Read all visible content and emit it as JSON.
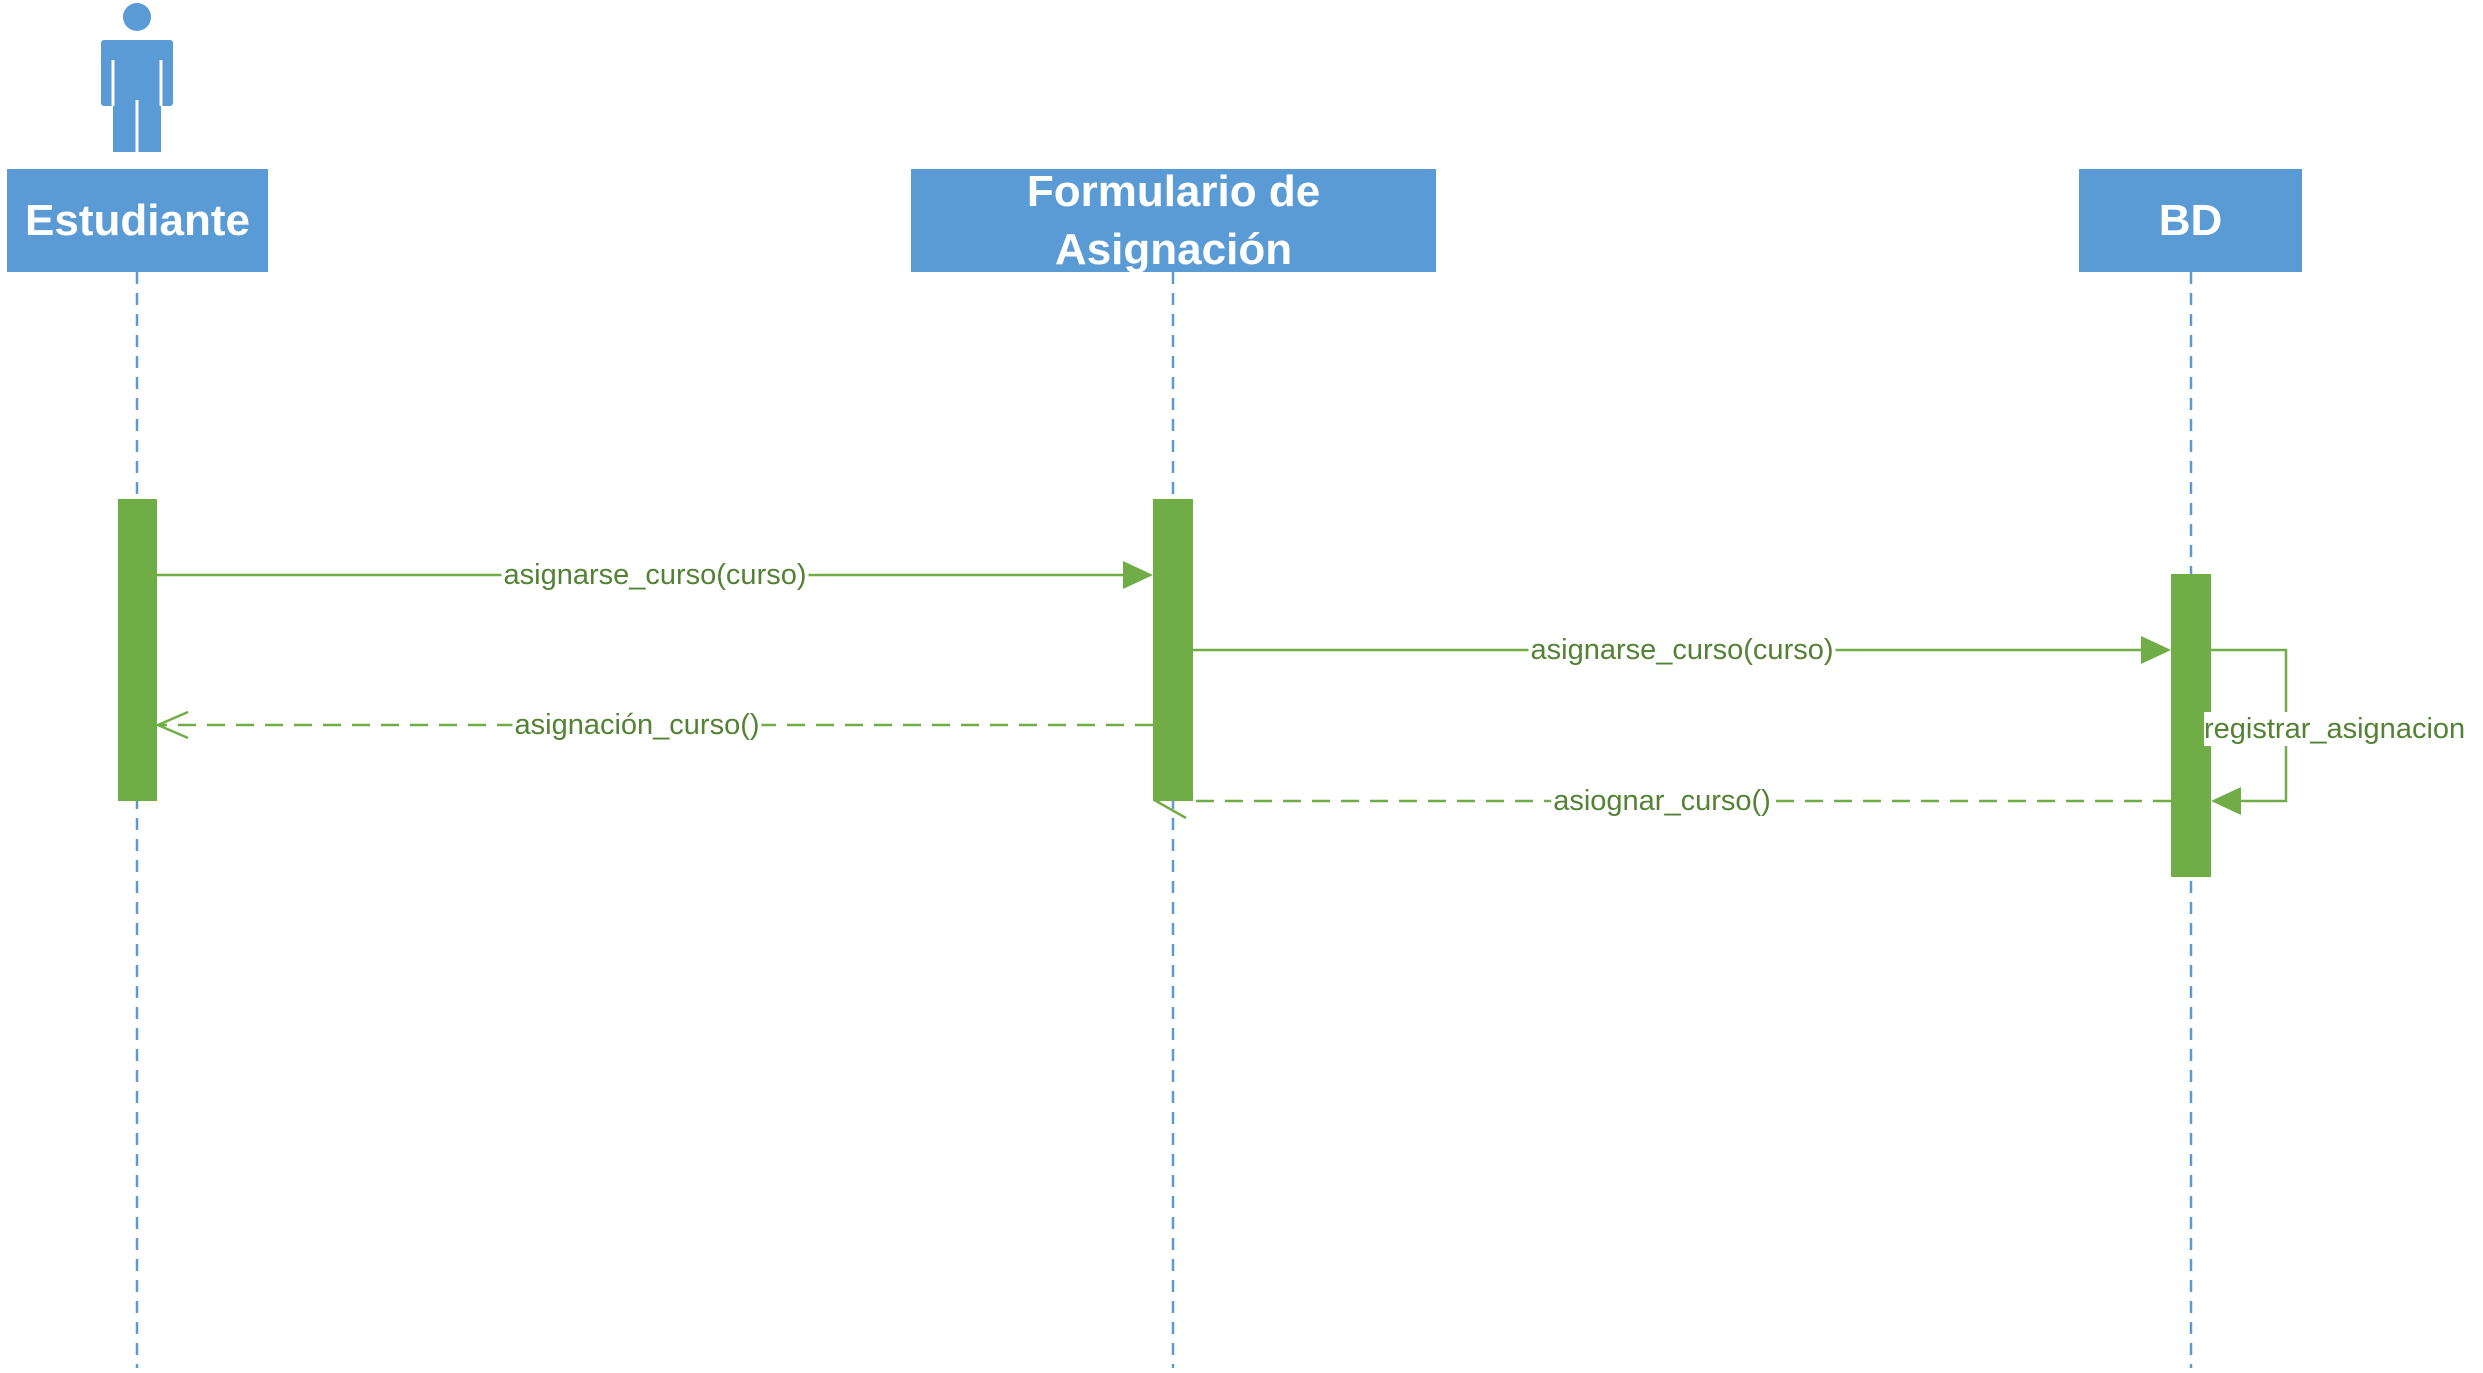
{
  "lifelines": [
    {
      "id": "estudiante",
      "label": "Estudiante",
      "is_actor": true
    },
    {
      "id": "formulario",
      "label": "Formulario de Asignación",
      "is_actor": false
    },
    {
      "id": "bd",
      "label": "BD",
      "is_actor": false
    }
  ],
  "messages": [
    {
      "label": "asignarse_curso(curso)",
      "from": "Estudiante",
      "to": "Formulario de Asignación",
      "kind": "synchronous"
    },
    {
      "label": "asignarse_curso(curso)",
      "from": "Formulario de Asignación",
      "to": "BD",
      "kind": "synchronous"
    },
    {
      "label": "registrar_asignacion",
      "from": "BD",
      "to": "BD",
      "kind": "self"
    },
    {
      "label": "asignación_curso()",
      "from": "Formulario de Asignación",
      "to": "Estudiante",
      "kind": "return"
    },
    {
      "label": "asiognar_curso()",
      "from": "BD",
      "to": "Formulario de Asignación",
      "kind": "return"
    }
  ],
  "colors": {
    "lifeline_box": "#5b9bd5",
    "lifeline_dash": "#5b9bd5",
    "activation": "#70ad47",
    "message": "#70ad47",
    "message_text": "#548235",
    "actor": "#5b9bd5"
  }
}
